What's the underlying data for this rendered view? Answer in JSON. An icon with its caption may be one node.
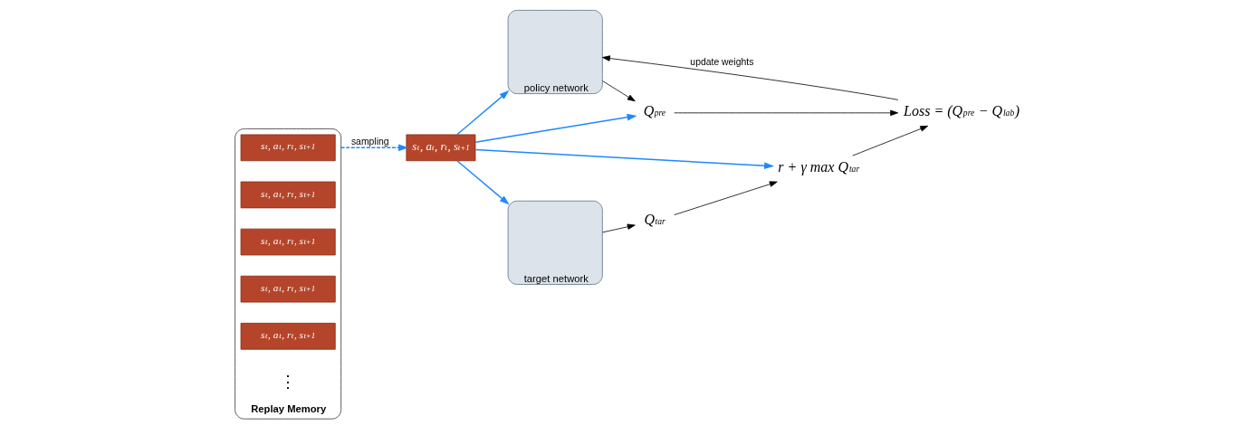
{
  "diagram": {
    "nodes": [
      {
        "text": [
          "policy network"
        ]
      },
      {
        "text": [
          "Q$^{pre}$"
        ]
      },
      {
        "text": [
          "r + γ max Q$^{tar}$"
        ]
      },
      {
        "text": [
          "Q$^{tar}$"
        ]
      },
      {
        "text": [
          "target network"
        ]
      },
      {
        "text": [
          "Loss = (Q$^{pre}$ − Q$^{lab}$)"
        ]
      },
      {
        "text": [
          "s$_{t}$, a$_{t}$, r$_{t}$, s$_{t+1}$"
        ]
      },
      {
        "text": [
          "Replay Memory"
        ]
      },
      {
        "text": [
          "s$_{t}$, a$_{t}$, r$_{t}$, s$_{t+1}$"
        ],
        "in": 7
      },
      {
        "text": [
          "s$_{t}$, a$_{t}$, r$_{t}$, s$_{t+1}$"
        ],
        "in": 7
      },
      {
        "text": [
          "s$_{t}$, a$_{t}$, r$_{t}$, s$_{t+1}$"
        ],
        "in": 7
      },
      {
        "text": [
          "s$_{t}$, a$_{t}$, r$_{t}$, s$_{t+1}$"
        ],
        "in": 7
      },
      {
        "text": [
          "s$_{t}$, a$_{t}$, r$_{t}$, s$_{t+1}$"
        ],
        "in": 7
      }
    ],
    "edges": [
      {
        "from": 6,
        "to": 0,
        "arrow": "to",
        "color": "#1e88ff"
      },
      {
        "from": 6,
        "to": 1,
        "arrow": "to",
        "color": "#1e88ff"
      },
      {
        "from": 6,
        "to": 2,
        "arrow": "to",
        "color": "#1e88ff"
      },
      {
        "from": 6,
        "to": 4,
        "arrow": "to",
        "color": "#1e88ff"
      },
      {
        "from": 7,
        "to": 6,
        "arrow": "to",
        "style": "dashed",
        "color": "#1e88ff",
        "label": "sampling"
      },
      {
        "from": 0,
        "to": 1,
        "arrow": "to"
      },
      {
        "from": 4,
        "to": 3,
        "arrow": "to"
      },
      {
        "from": 3,
        "to": 2,
        "arrow": "to"
      },
      {
        "from": 1,
        "to": 5,
        "arrow": "to"
      },
      {
        "from": 2,
        "to": 5,
        "arrow": "to"
      },
      {
        "from": 5,
        "to": 0,
        "arrow": "to",
        "label": "update weights"
      }
    ],
    "labels": [
      "⋮"
    ]
  }
}
